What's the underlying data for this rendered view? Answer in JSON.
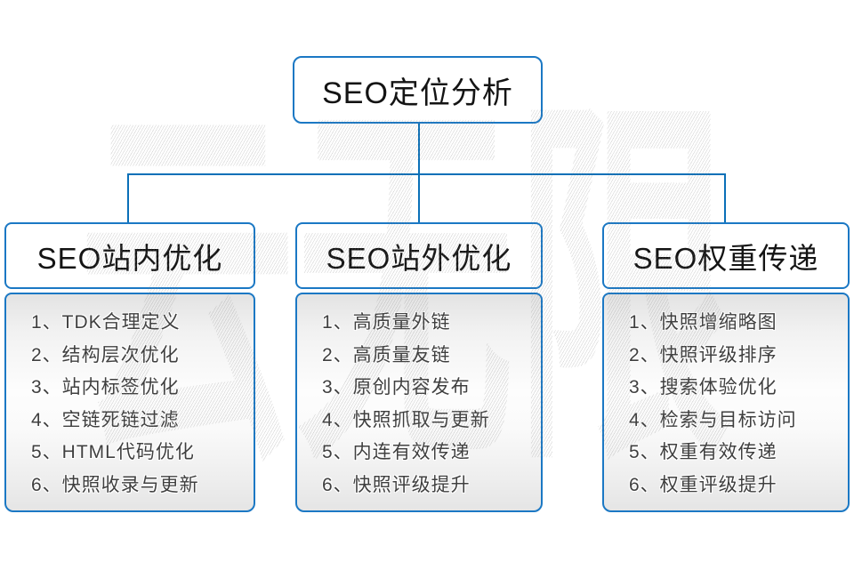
{
  "diagram": {
    "root": {
      "label": "SEO定位分析"
    },
    "branches": [
      {
        "label": "SEO站内优化",
        "items": [
          "1、TDK合理定义",
          "2、结构层次优化",
          "3、站内标签优化",
          "4、空链死链过滤",
          "5、HTML代码优化",
          "6、快照收录与更新"
        ]
      },
      {
        "label": "SEO站外优化",
        "items": [
          "1、高质量外链",
          "2、高质量友链",
          "3、原创内容发布",
          "4、快照抓取与更新",
          "5、内连有效传递",
          "6、快照评级提升"
        ]
      },
      {
        "label": "SEO权重传递",
        "items": [
          "1、快照增缩略图",
          "2、快照评级排序",
          "3、搜索体验优化",
          "4、检索与目标访问",
          "5、权重有效传递",
          "6、权重评级提升"
        ]
      }
    ],
    "watermark": "云无限",
    "colors": {
      "connector_blue": "#0a70b8",
      "node_border_blue": "#1b78c4",
      "heading_text": "#141414",
      "item_text": "#3f3f3f"
    }
  }
}
